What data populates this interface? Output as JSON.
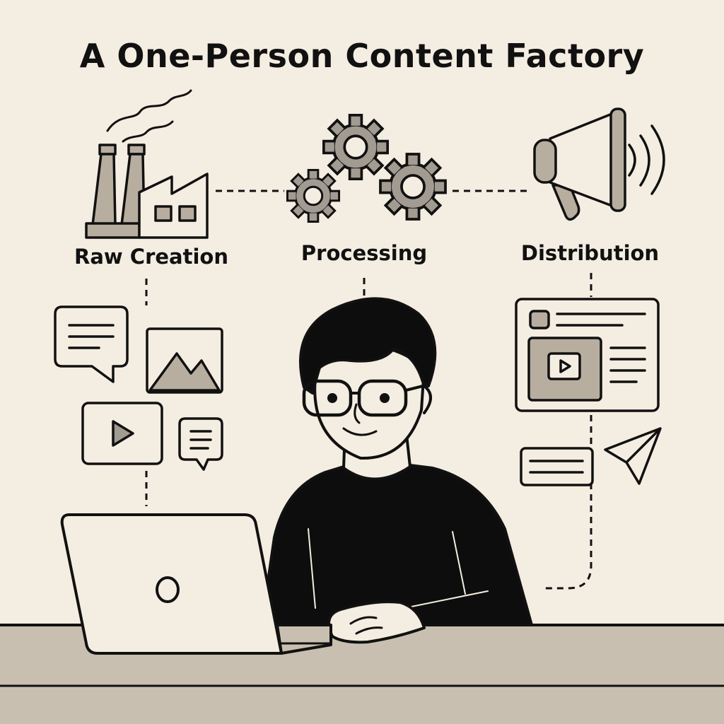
{
  "title": "A One-Person Content Factory",
  "stages": [
    {
      "label": "Raw Creation"
    },
    {
      "label": "Processing"
    },
    {
      "label": "Distribution"
    }
  ],
  "colors": {
    "background": "#f4ede1",
    "ink": "#111111",
    "fill_gray": "#b7aea0",
    "gear_gray": "#a29b92",
    "desk": "#c8bfb0",
    "sweater": "#0d0d0d"
  },
  "icons": [
    "factory-icon",
    "gears-icon",
    "megaphone-icon",
    "chat-bubble-icon",
    "image-icon",
    "video-play-icon",
    "small-chat-bubble-icon",
    "web-page-icon",
    "message-card-icon",
    "paper-plane-icon",
    "laptop-icon",
    "person-illustration"
  ]
}
